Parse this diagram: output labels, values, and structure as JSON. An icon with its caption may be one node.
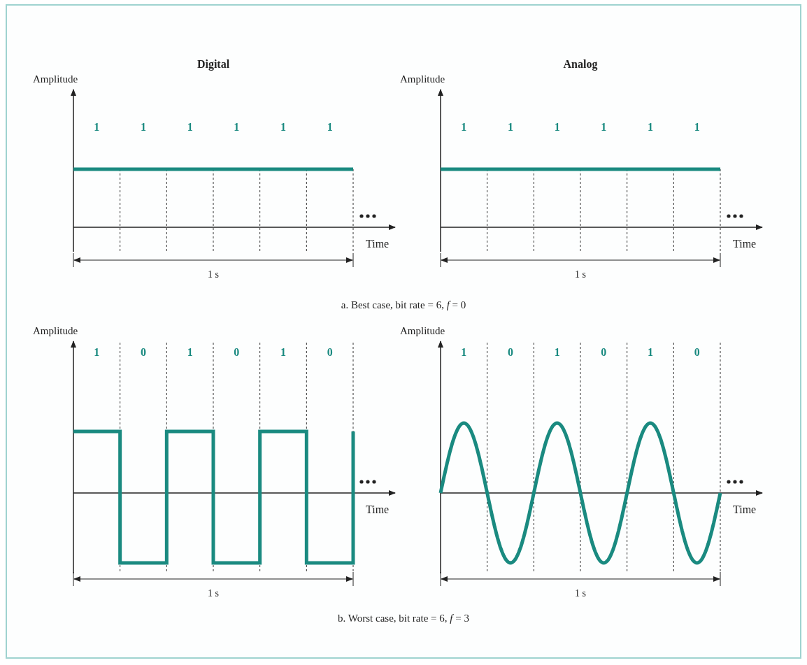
{
  "diagram": {
    "labels": [
      "Digital",
      "Analog",
      "Amplitude",
      "1",
      "1",
      "1",
      "1",
      "1",
      "1",
      "Time",
      "1 s",
      "Amplitude",
      "1",
      "1",
      "1",
      "1",
      "1",
      "1",
      "Time",
      "1 s",
      "a. Best case, bit rate = 6, *f* = 0",
      "Amplitude",
      "1",
      "0",
      "1",
      "0",
      "1",
      "0",
      "Time",
      "1 s",
      "Amplitude",
      "1",
      "0",
      "1",
      "0",
      "1",
      "0",
      "Time",
      "1 s",
      "b. Worst case, bit rate = 6, *f* = 3"
    ]
  }
}
